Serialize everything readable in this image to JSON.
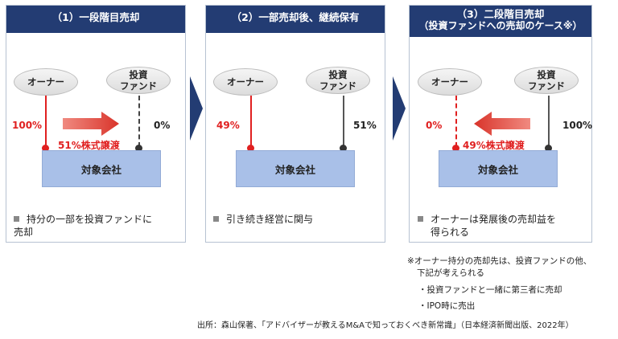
{
  "panels": [
    {
      "title": "（1）一段階目売却",
      "owner": "オーナー",
      "fund_line1": "投資",
      "fund_line2": "ファンド",
      "owner_pct": "100%",
      "fund_pct": "0%",
      "transfer": "51%株式譲渡",
      "company": "対象会社",
      "note_line1": "持分の一部を投資ファンドに",
      "note_line2": "売却"
    },
    {
      "title": "（2）一部売却後、継続保有",
      "owner": "オーナー",
      "fund_line1": "投資",
      "fund_line2": "ファンド",
      "owner_pct": "49%",
      "fund_pct": "51%",
      "company": "対象会社",
      "note_line1": "引き続き経営に関与"
    },
    {
      "title_line1": "（3）二段階目売却",
      "title_line2": "（投資ファンドへの売却のケース※）",
      "owner": "オーナー",
      "fund_line1": "投資",
      "fund_line2": "ファンド",
      "owner_pct": "0%",
      "fund_pct": "100%",
      "transfer": "49%株式譲渡",
      "company": "対象会社",
      "note_line1": "オーナーは発展後の売却益を",
      "note_line2": "得られる"
    }
  ],
  "footnotes": {
    "main_line1": "※オーナー持分の売却先は、投資ファンドの他、",
    "main_line2": "下記が考えられる",
    "bullet1": "・投資ファンドと一緒に第三者に売却",
    "bullet2": "・IPO時に売出",
    "source": "出所：森山保著、「アドバイザーが教えるM&Aで知っておくべき新常識」（日本経済新聞出版、2022年）"
  },
  "colors": {
    "header": "#233c73",
    "red": "#e02020",
    "company": "#a9c0e8",
    "arrow": "#d9342b"
  }
}
